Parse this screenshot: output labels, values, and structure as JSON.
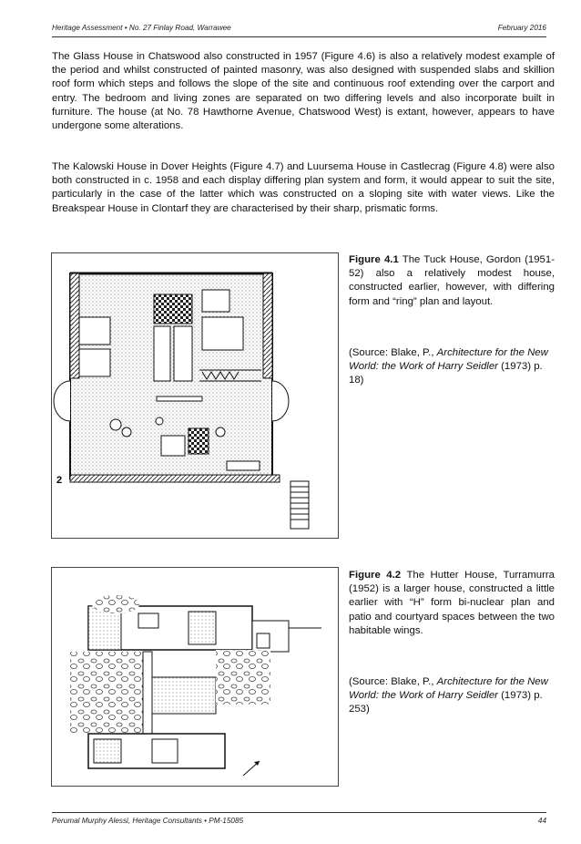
{
  "header": {
    "left": "Heritage Assessment • No. 27 Finlay Road, Warrawee",
    "right": "February 2016"
  },
  "paragraphs": {
    "p1": "The Glass House in Chatswood also constructed in 1957 (Figure 4.6) is also a relatively modest example of the period and whilst constructed of painted masonry, was also designed with suspended slabs and skillion roof form which steps and follows the slope of the site and continuous roof extending over the carport and entry.  The bedroom and living zones are separated on two differing levels and also incorporate built in furniture.  The house (at No. 78 Hawthorne Avenue, Chatswood West) is extant, however, appears to have undergone some alterations.",
    "p2": "The Kalowski House in Dover Heights (Figure 4.7) and Luursema House in Castlecrag (Figure 4.8) were also both constructed in c. 1958 and each display differing plan system and form, it would appear to suit the site, particularly in the case of the latter which was constructed on a sloping site with water views.  Like the Breakspear House in Clontarf they are characterised by their sharp, prismatic forms."
  },
  "figure1": {
    "label": "Figure 4.1",
    "caption": "The Tuck House, Gordon (1951-52) also a relatively modest house, constructed earlier, however, with differing form and “ring” plan and layout.",
    "source_prefix": "(Source: Blake, P., ",
    "source_title": "Architecture for the New World: the Work of Harry Seidler",
    "source_suffix": " (1973) p. 18)",
    "plan_marker": "2"
  },
  "figure2": {
    "label": "Figure 4.2",
    "caption": "The Hutter House, Turramurra (1952) is a larger house, constructed a little earlier with “H” form bi-nuclear plan and patio and courtyard spaces between the two habitable wings.",
    "source_prefix": "(Source: Blake, P., ",
    "source_title": "Architecture for the New World: the Work of Harry Seidler",
    "source_suffix": " (1973) p. 253)"
  },
  "footer": {
    "left": "Perumal Murphy Alessi, Heritage Consultants • PM-15085",
    "right": "44"
  }
}
